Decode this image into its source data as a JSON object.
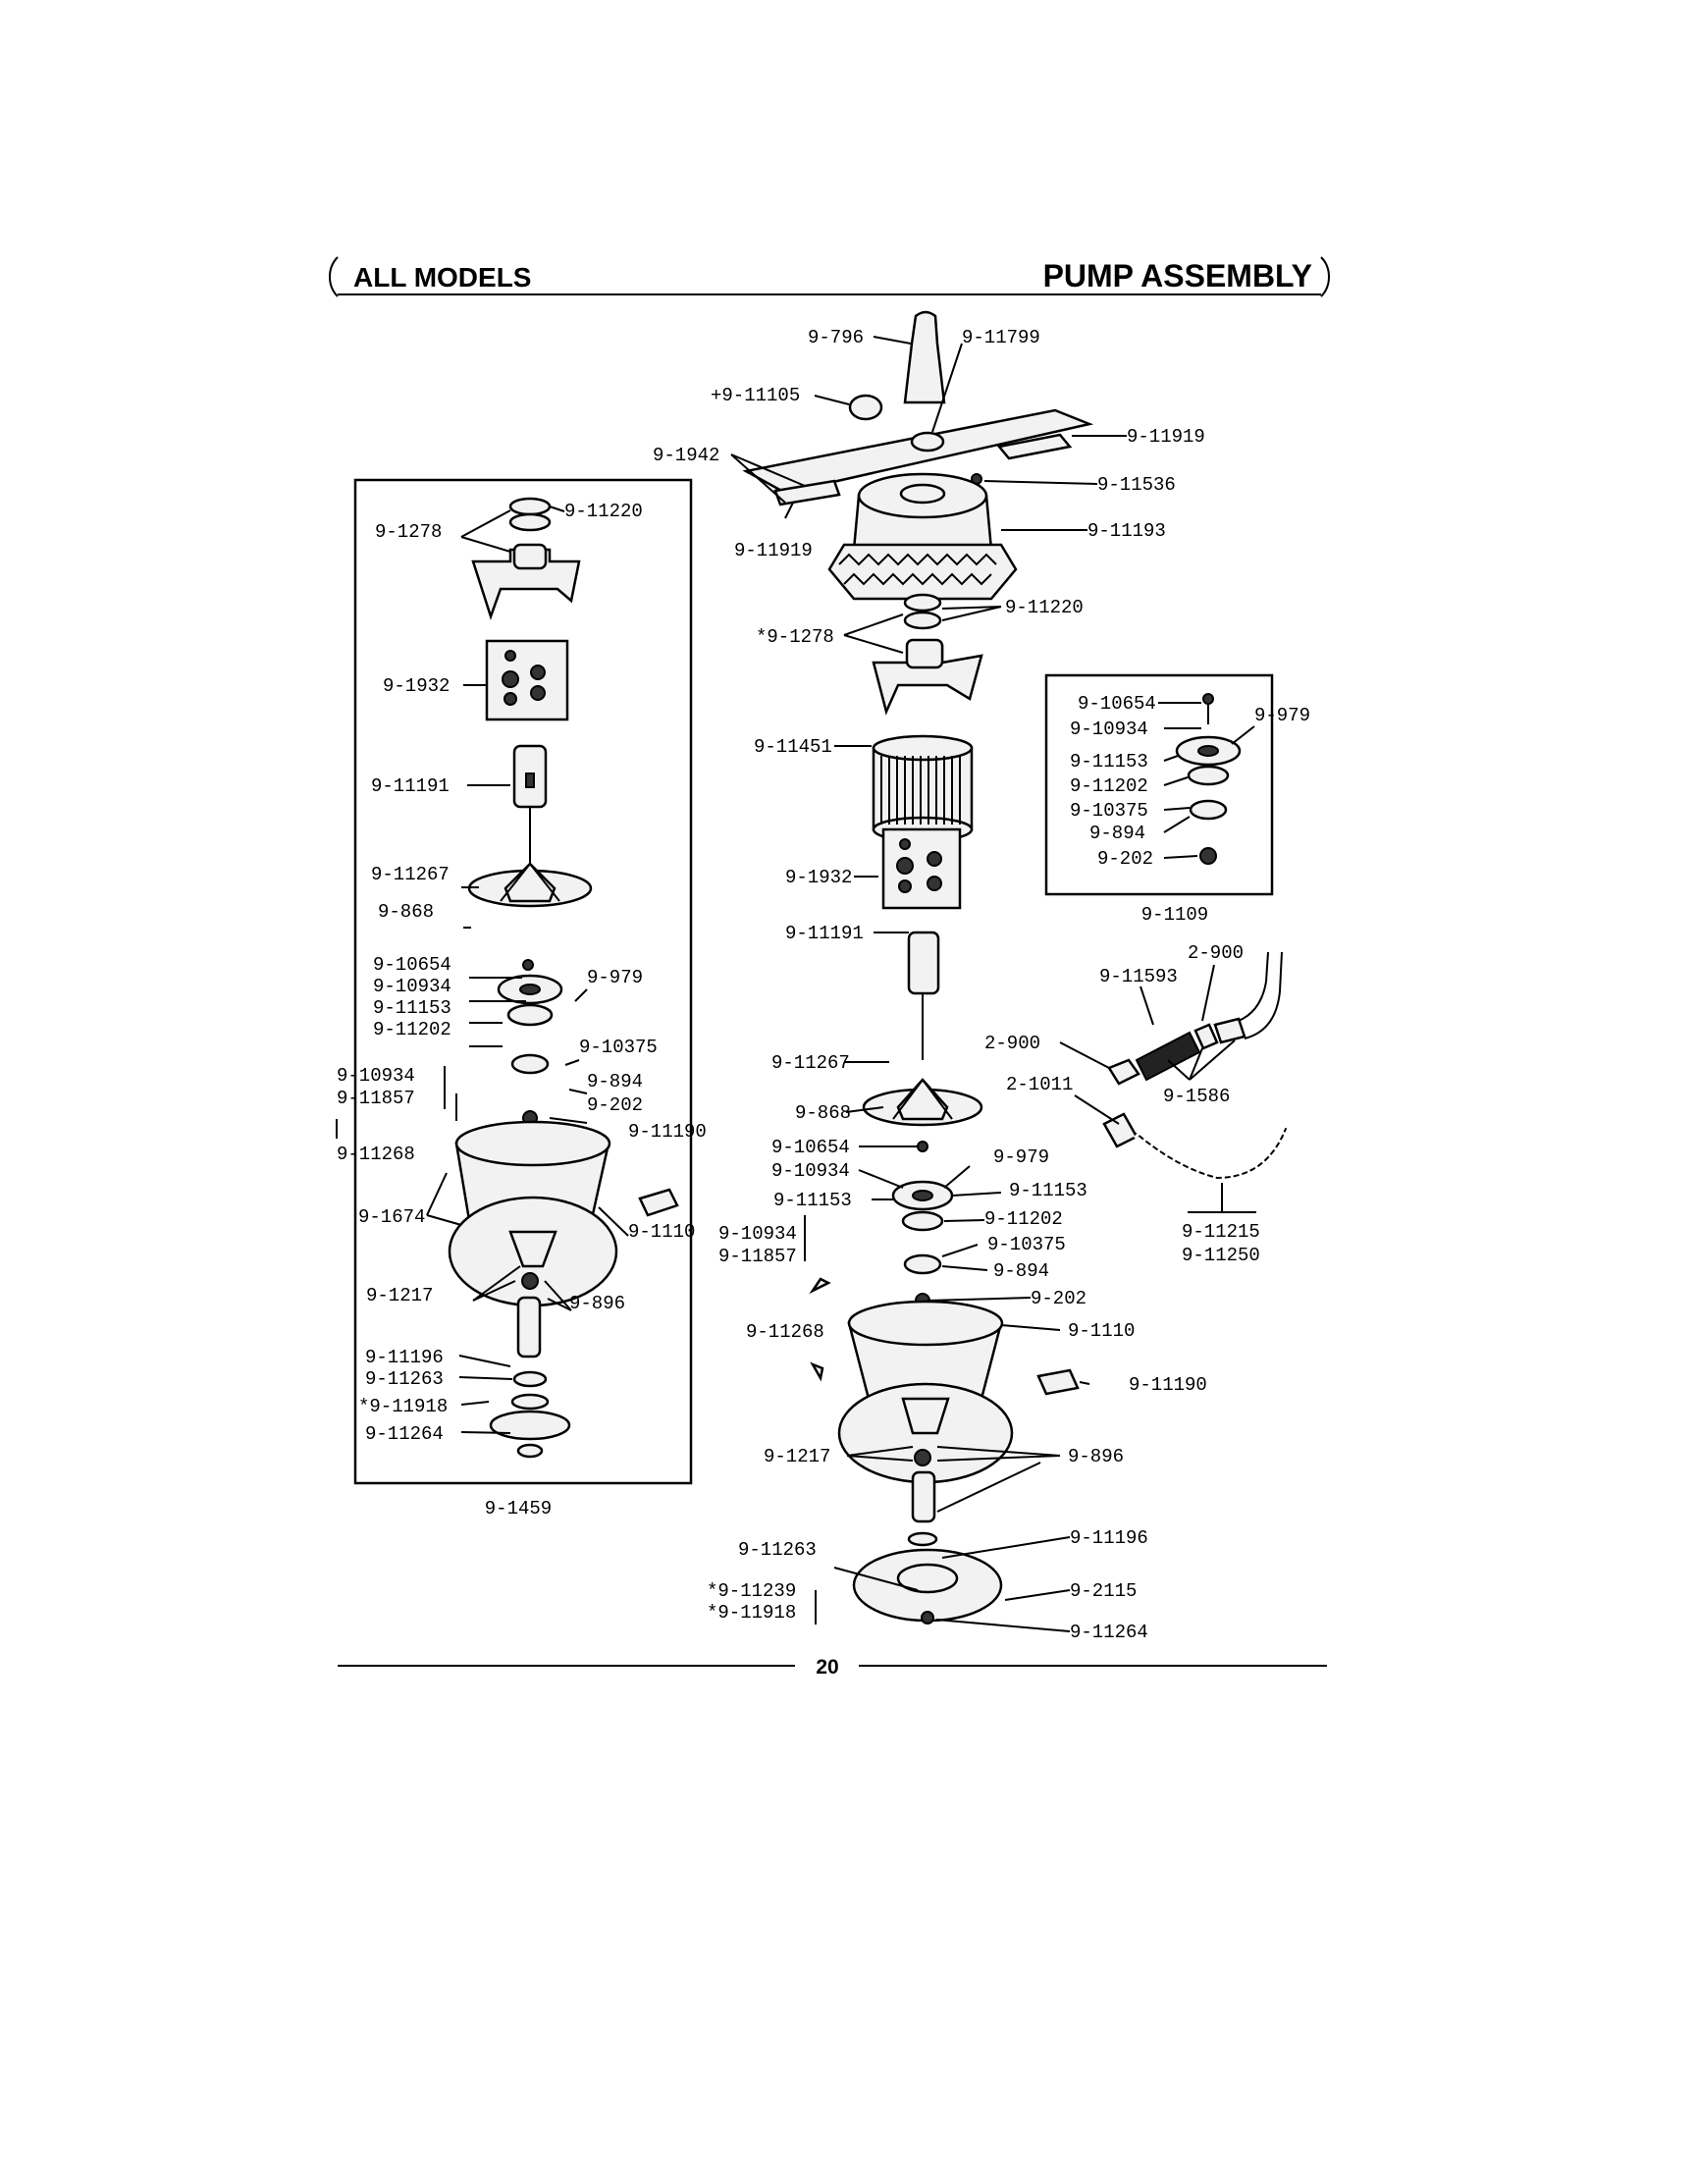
{
  "header": {
    "left": "ALL MODELS",
    "right": "PUMP ASSEMBLY"
  },
  "page_number": "20",
  "inset_left": {
    "caption": "9-1459",
    "labels": [
      "9-1278",
      "9-11220",
      "9-1932",
      "9-11191",
      "9-11267",
      "9-868",
      "9-10654",
      "9-10934",
      "9-11153",
      "9-11202",
      "9-979",
      "9-10375",
      "9-894",
      "9-202",
      "9-11190",
      "9-1674",
      "9-1110",
      "9-1217",
      "9-896",
      "9-11196",
      "9-11263",
      "*9-11918",
      "9-11264"
    ]
  },
  "outside_left": {
    "labels": [
      "9-10934",
      "9-11857",
      "9-11268"
    ]
  },
  "inset_right": {
    "caption": "9-1109",
    "labels": [
      "9-10654",
      "9-10934",
      "9-979",
      "9-11153",
      "9-11202",
      "9-10375",
      "9-894",
      "9-202"
    ]
  },
  "center": {
    "labels": [
      "9-796",
      "9-11799",
      "+9-11105",
      "9-1942",
      "9-11919",
      "9-11919",
      "9-11536",
      "9-11193",
      "9-11220",
      "*9-1278",
      "9-11451",
      "9-1932",
      "9-11191",
      "9-11267",
      "9-868",
      "9-10654",
      "9-10934",
      "9-979",
      "9-11153",
      "9-11153",
      "9-11202",
      "9-10934",
      "9-11857",
      "9-10375",
      "9-894",
      "9-202",
      "9-11268",
      "9-1110",
      "9-11190",
      "9-1217",
      "9-896",
      "9-11263",
      "9-11196",
      "*9-11239",
      "*9-11918",
      "9-2115",
      "9-11264"
    ]
  },
  "hoses": {
    "labels": [
      "2-900",
      "9-11593",
      "2-900",
      "2-1011",
      "9-1586",
      "9-11215",
      "9-11250"
    ]
  }
}
